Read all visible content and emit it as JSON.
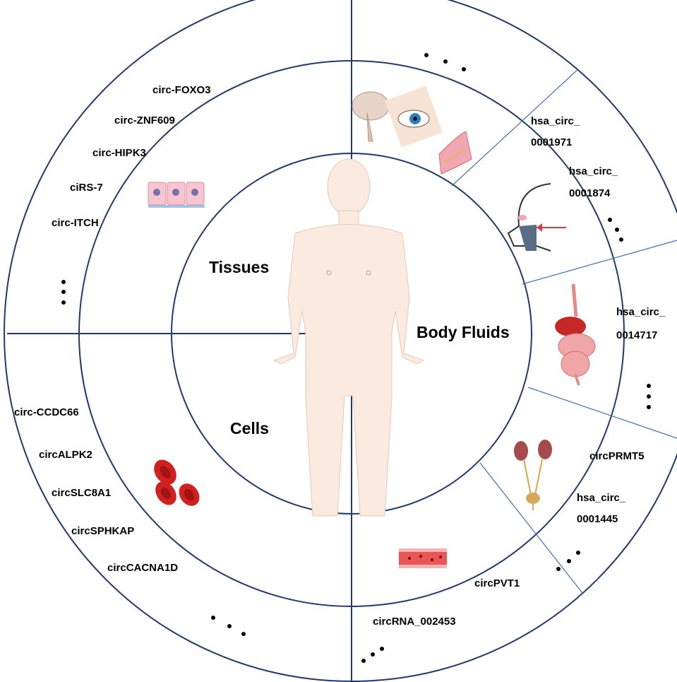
{
  "sectors": {
    "tissues": "Tissues",
    "body_fluids": "Body Fluids",
    "cells": "Cells"
  },
  "tissue_circrnas": [
    "circ-FOXO3",
    "circ-ZNF609",
    "circ-HIPK3",
    "ciRS-7",
    "circ-ITCH"
  ],
  "cell_circrnas": [
    "circ-CCDC66",
    "circALPK2",
    "circSLC8A1",
    "circSPHKAP",
    "circCACNA1D"
  ],
  "fluid_circrnas": {
    "head": [
      "hsa_circ_",
      "0001971",
      "hsa_circ_",
      "0001874"
    ],
    "gastric": [
      "hsa_circ_",
      "0014717"
    ],
    "urine": [
      "circPRMT5",
      "hsa_circ_",
      "0001445"
    ],
    "blood": [
      "circPVT1",
      "circRNA_002453"
    ]
  },
  "colors": {
    "ring": "#1f3a6e",
    "divider": "#3b6fb6",
    "skin": "#fbeae0",
    "red_cell": "#d21f1f"
  },
  "icons": [
    "cell-layer-icon",
    "red-blood-cells-icon",
    "brain-icon",
    "eye-icon",
    "breast-icon",
    "mouth-saliva-icon",
    "digestive-tract-icon",
    "kidney-urinary-icon",
    "blood-vessel-icon",
    "human-body-figure"
  ]
}
